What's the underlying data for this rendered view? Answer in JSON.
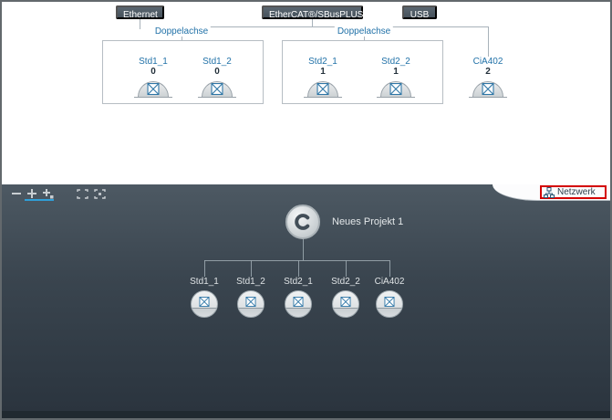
{
  "buses": [
    {
      "label": "Ethernet"
    },
    {
      "label": "EtherCAT®/SBusPLUS"
    },
    {
      "label": "USB"
    }
  ],
  "topology": {
    "groups": [
      {
        "label": "Doppelachse",
        "devices": [
          {
            "name": "Std1_1",
            "address": "0"
          },
          {
            "name": "Std1_2",
            "address": "0"
          }
        ]
      },
      {
        "label": "Doppelachse",
        "devices": [
          {
            "name": "Std2_1",
            "address": "1"
          },
          {
            "name": "Std2_2",
            "address": "1"
          }
        ]
      }
    ],
    "standalone": {
      "name": "CiA402",
      "address": "2"
    }
  },
  "toolbar": {
    "icons": [
      "zoom-out",
      "zoom-in",
      "zoom-step",
      "fit-view",
      "fit-selection"
    ]
  },
  "ribbon": {
    "network_label": "Netzwerk"
  },
  "tree": {
    "root_label": "Neues Projekt 1",
    "children": [
      {
        "name": "Std1_1"
      },
      {
        "name": "Std1_2"
      },
      {
        "name": "Std2_1"
      },
      {
        "name": "Std2_2"
      },
      {
        "name": "CiA402"
      }
    ]
  },
  "colors": {
    "accent_blue": "#2272a8",
    "highlight_red": "#d40000",
    "panel_dark": "#39434d",
    "bus_button": "#4e5a64"
  }
}
